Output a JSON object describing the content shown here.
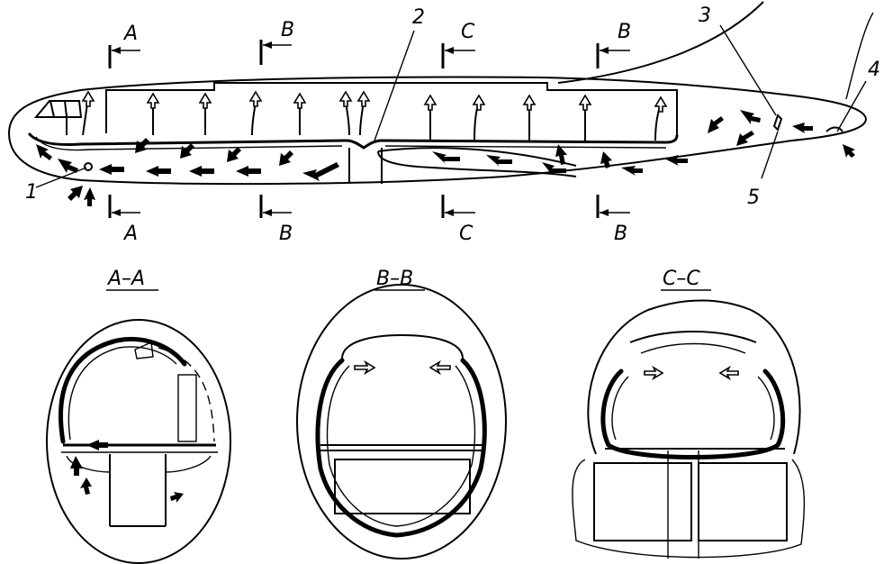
{
  "callouts": {
    "c1": "1",
    "c2": "2",
    "c3": "3",
    "c4": "4",
    "c5": "5"
  },
  "section_marks": {
    "a_top": "A",
    "a_bottom": "A",
    "b1_top": "B",
    "b1_bottom": "B",
    "c_top": "C",
    "c_bottom": "C",
    "b2_top": "B",
    "b2_bottom": "B"
  },
  "section_titles": {
    "aa": "A–A",
    "bb": "B–B",
    "cc": "C–C"
  },
  "colors": {
    "ink": "#000000",
    "paper": "#ffffff"
  }
}
